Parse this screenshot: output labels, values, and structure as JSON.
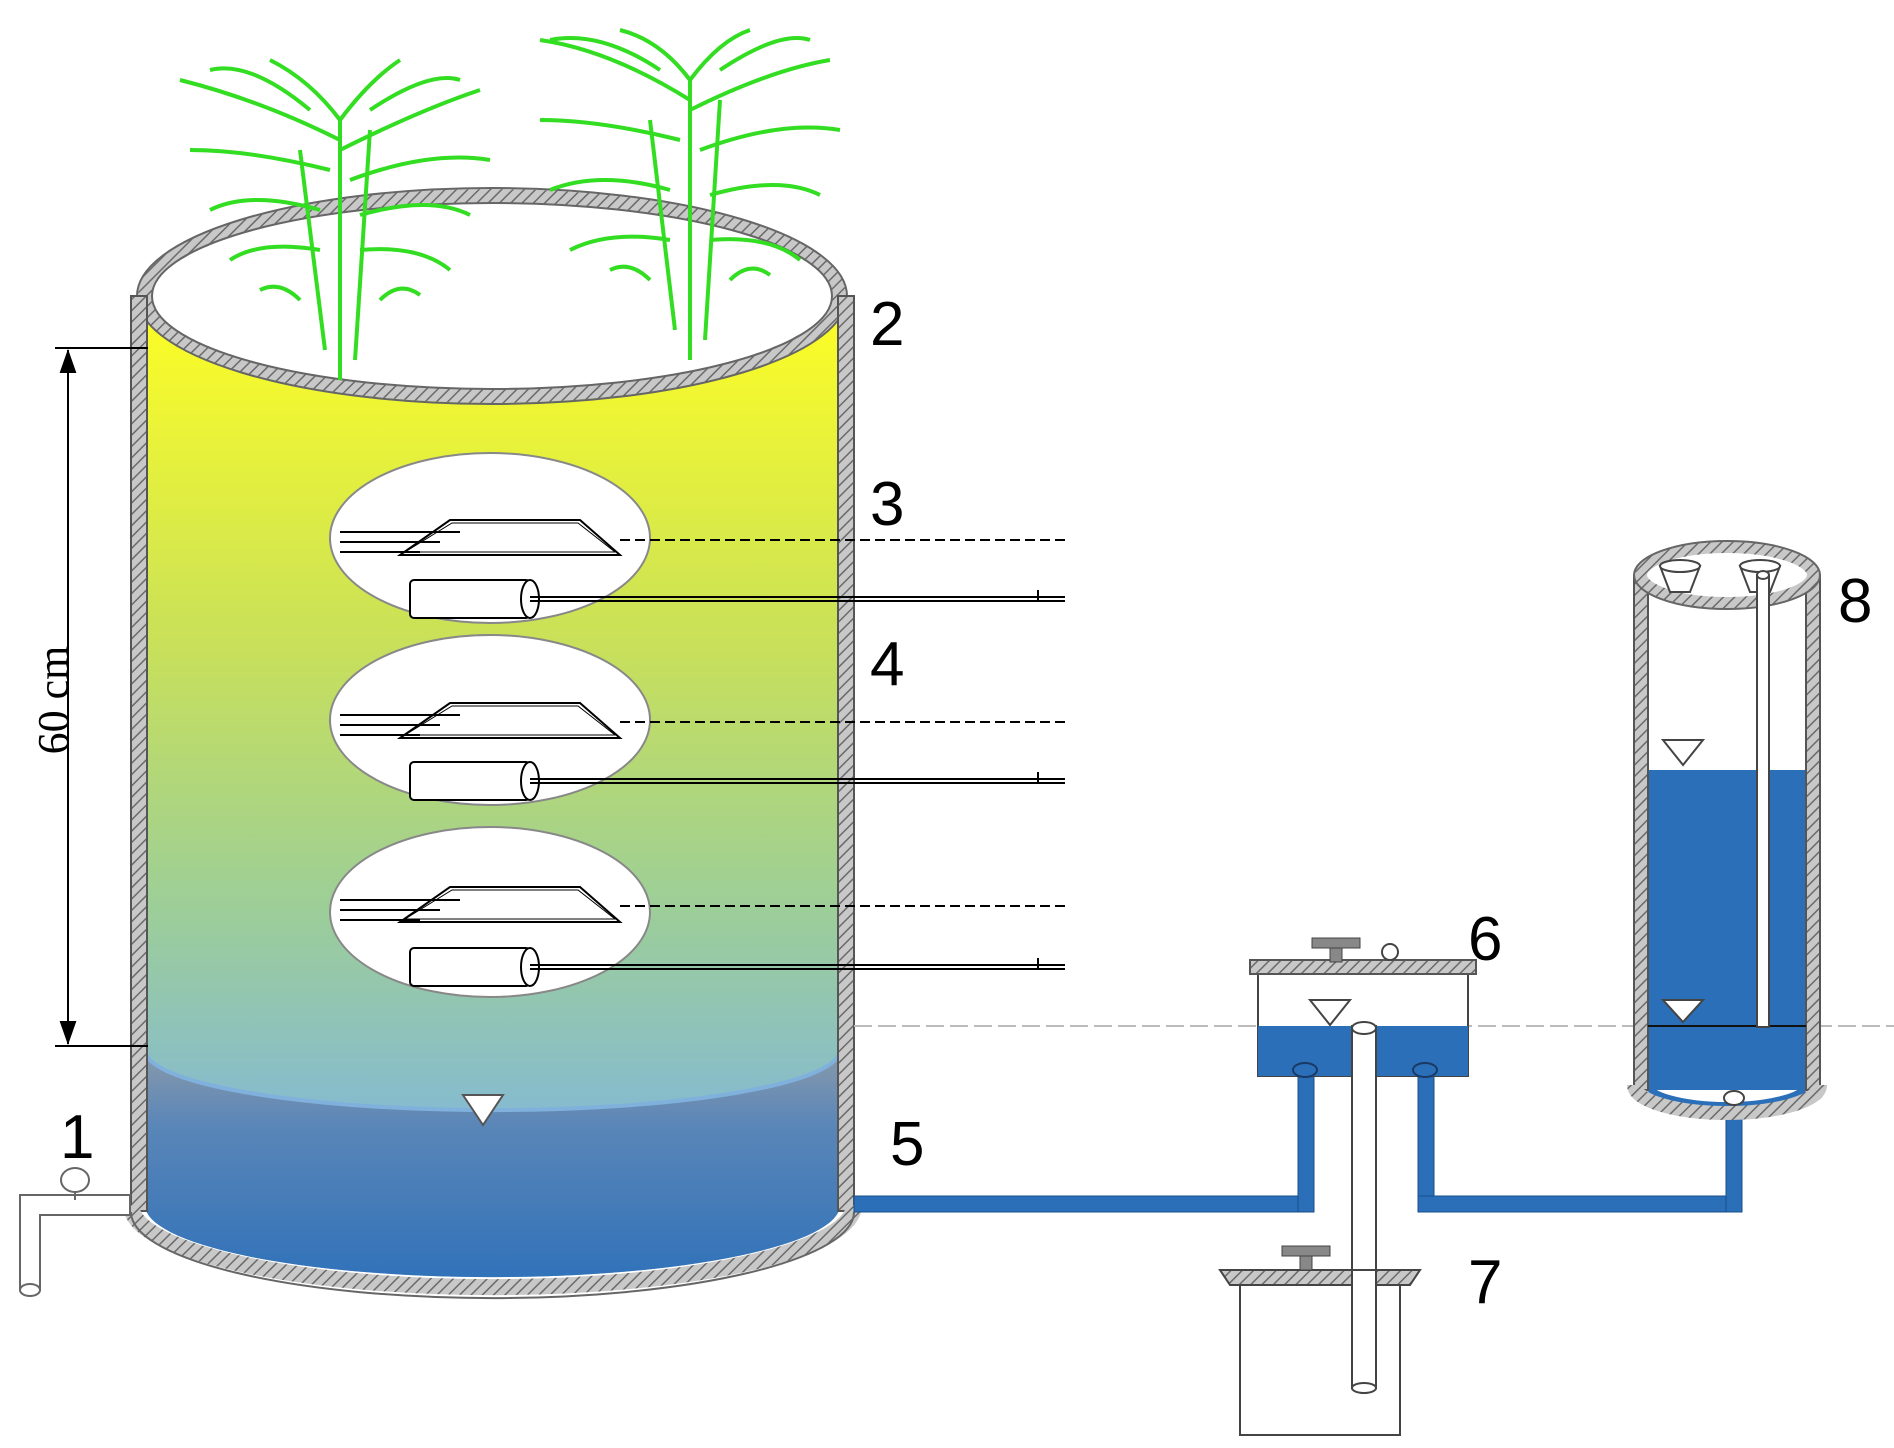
{
  "labels": {
    "valve": "1",
    "soil_column": "2",
    "sensor_set_upper": "3",
    "sensor_set_middle": "4",
    "connecting_pipe": "5",
    "water_level_controller": "6",
    "overflow_container": "7",
    "mariotte_bottle": "8"
  },
  "dimension": {
    "height_label": "60 cm"
  },
  "colors": {
    "soil_top": "#ffff22",
    "soil_mid": "#9ecf95",
    "water_blue": "#2b6fb9",
    "light_blue": "#7fb1dc",
    "plant_green": "#33dd22",
    "wall_gray": "#9a9a9a"
  },
  "icons": [
    "plant-icon",
    "water-level-triangle-icon",
    "sensor-plate-icon",
    "sensor-probe-icon"
  ]
}
